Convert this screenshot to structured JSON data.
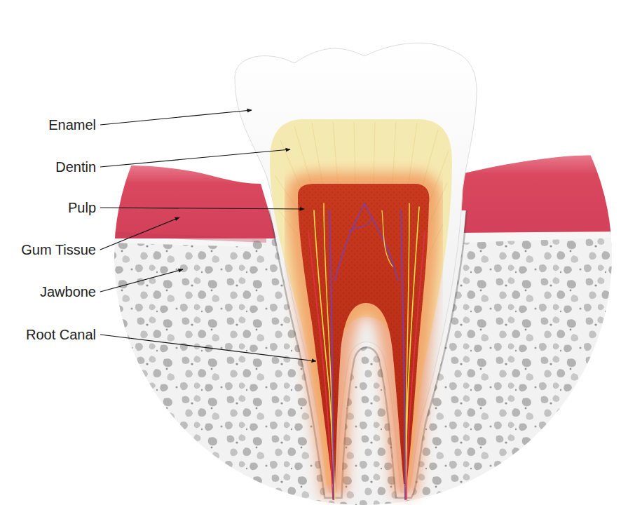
{
  "diagram": {
    "labels": [
      "Enamel",
      "Dentin",
      "Pulp",
      "Gum Tissue",
      "Jawbone",
      "Root Canal"
    ]
  }
}
